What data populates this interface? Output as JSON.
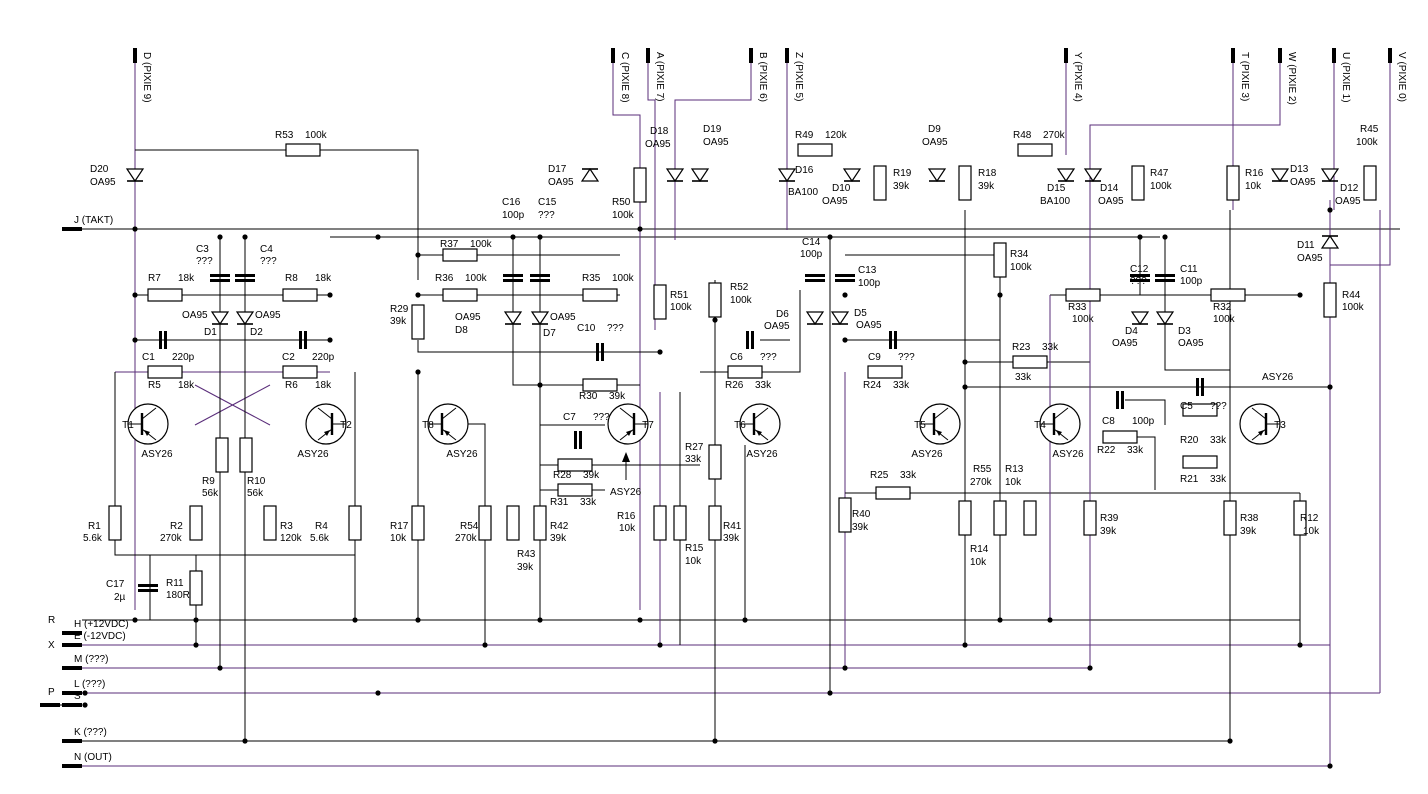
{
  "components": [
    {
      "ref": "R53",
      "value": "100k"
    },
    {
      "ref": "D20",
      "value": "OA95"
    },
    {
      "ref": "C3",
      "value": "???"
    },
    {
      "ref": "C4",
      "value": "???"
    },
    {
      "ref": "R7",
      "value": "18k"
    },
    {
      "ref": "R8",
      "value": "18k"
    },
    {
      "ref": "D1",
      "value": "OA95"
    },
    {
      "ref": "D2",
      "value": "OA95"
    },
    {
      "ref": "C1",
      "value": "220p"
    },
    {
      "ref": "C2",
      "value": "220p"
    },
    {
      "ref": "R5",
      "value": "18k"
    },
    {
      "ref": "R6",
      "value": "18k"
    },
    {
      "ref": "T1",
      "value": "ASY26"
    },
    {
      "ref": "T2",
      "value": "ASY26"
    },
    {
      "ref": "R9",
      "value": "56k"
    },
    {
      "ref": "R10",
      "value": "56k"
    },
    {
      "ref": "R1",
      "value": "5.6k"
    },
    {
      "ref": "R2",
      "value": "270k"
    },
    {
      "ref": "R3",
      "value": "120k"
    },
    {
      "ref": "R4",
      "value": "5.6k"
    },
    {
      "ref": "C17",
      "value": "2µ"
    },
    {
      "ref": "R11",
      "value": "180R"
    },
    {
      "ref": "R37",
      "value": "100k"
    },
    {
      "ref": "R36",
      "value": "100k"
    },
    {
      "ref": "R29",
      "value": "39k"
    },
    {
      "ref": "D8",
      "value": "OA95"
    },
    {
      "ref": "D7",
      "value": "OA95"
    },
    {
      "ref": "C16",
      "value": "100p"
    },
    {
      "ref": "C15",
      "value": "???"
    },
    {
      "ref": "D17",
      "value": "OA95"
    },
    {
      "ref": "R35",
      "value": "100k"
    },
    {
      "ref": "C10",
      "value": "???"
    },
    {
      "ref": "R30",
      "value": "39k"
    },
    {
      "ref": "T8",
      "value": "ASY26"
    },
    {
      "ref": "C7",
      "value": "???"
    },
    {
      "ref": "T7",
      "value": "ASY26"
    },
    {
      "ref": "R28",
      "value": "39k"
    },
    {
      "ref": "R31",
      "value": "33k"
    },
    {
      "ref": "R17",
      "value": "10k"
    },
    {
      "ref": "R54",
      "value": "270k"
    },
    {
      "ref": "R43",
      "value": "39k"
    },
    {
      "ref": "R42",
      "value": "39k"
    },
    {
      "ref": "R16",
      "value": "10k"
    },
    {
      "ref": "D18",
      "value": "OA95"
    },
    {
      "ref": "D19",
      "value": "OA95"
    },
    {
      "ref": "R50",
      "value": "100k"
    },
    {
      "ref": "R51",
      "value": "100k"
    },
    {
      "ref": "R52",
      "value": "100k"
    },
    {
      "ref": "C6",
      "value": "???"
    },
    {
      "ref": "R26",
      "value": "33k"
    },
    {
      "ref": "T6",
      "value": "ASY26"
    },
    {
      "ref": "R27",
      "value": "33k"
    },
    {
      "ref": "R15",
      "value": "10k"
    },
    {
      "ref": "R41",
      "value": "39k"
    },
    {
      "ref": "R49",
      "value": "120k"
    },
    {
      "ref": "D16",
      "value": "BA100"
    },
    {
      "ref": "D10",
      "value": "OA95"
    },
    {
      "ref": "R19",
      "value": "39k"
    },
    {
      "ref": "C14",
      "value": "100p"
    },
    {
      "ref": "C13",
      "value": "100p"
    },
    {
      "ref": "D6",
      "value": "OA95"
    },
    {
      "ref": "D5",
      "value": "OA95"
    },
    {
      "ref": "C9",
      "value": "???"
    },
    {
      "ref": "R24",
      "value": "33k"
    },
    {
      "ref": "R25",
      "value": "33k"
    },
    {
      "ref": "R40",
      "value": "39k"
    },
    {
      "ref": "D9",
      "value": "OA95"
    },
    {
      "ref": "R18",
      "value": "39k"
    },
    {
      "ref": "R48",
      "value": "270k"
    },
    {
      "ref": "R34",
      "value": "100k"
    },
    {
      "ref": "R23",
      "value": "33k"
    },
    {
      "ref": "T5",
      "value": "ASY26"
    },
    {
      "ref": "R55",
      "value": "270k"
    },
    {
      "ref": "R14",
      "value": "10k"
    },
    {
      "ref": "R13",
      "value": "10k"
    },
    {
      "ref": "D15",
      "value": "BA100"
    },
    {
      "ref": "D14",
      "value": "OA95"
    },
    {
      "ref": "R47",
      "value": "100k"
    },
    {
      "ref": "C12",
      "value": "???"
    },
    {
      "ref": "C11",
      "value": "100p"
    },
    {
      "ref": "R33",
      "value": "100k"
    },
    {
      "ref": "R32",
      "value": "100k"
    },
    {
      "ref": "D4",
      "value": "OA95"
    },
    {
      "ref": "D3",
      "value": "OA95"
    },
    {
      "ref": "T4",
      "value": "ASY26"
    },
    {
      "ref": "C8",
      "value": "100p"
    },
    {
      "ref": "R22",
      "value": "33k"
    },
    {
      "ref": "C5",
      "value": "???"
    },
    {
      "ref": "R20",
      "value": "33k"
    },
    {
      "ref": "R21",
      "value": "33k"
    },
    {
      "ref": "T3",
      "value": "ASY26"
    },
    {
      "ref": "R39",
      "value": "39k"
    },
    {
      "ref": "R38",
      "value": "39k"
    },
    {
      "ref": "R12",
      "value": "10k"
    },
    {
      "ref": "R16",
      "value": "10k"
    },
    {
      "ref": "D13",
      "value": "OA95"
    },
    {
      "ref": "D12",
      "value": "OA95"
    },
    {
      "ref": "R45",
      "value": "100k"
    },
    {
      "ref": "D11",
      "value": "OA95"
    },
    {
      "ref": "R44",
      "value": "100k"
    }
  ],
  "top_pins": [
    "D (PIXIE 9)",
    "C (PIXIE 8)",
    "A (PIXIE 7)",
    "B (PIXIE 6)",
    "Z (PIXIE 5)",
    "Y (PIXIE 4)",
    "T (PIXIE 3)",
    "W (PIXIE 2)",
    "U (PIXIE 1)",
    "V (PIXIE 0)"
  ],
  "left_pins": [
    "J (TAKT)",
    "R",
    "H (+12VDC)",
    "E (-12VDC)",
    "X",
    "M (???)",
    "L (???)",
    "P",
    "S",
    "K (???)",
    "N (OUT)"
  ]
}
